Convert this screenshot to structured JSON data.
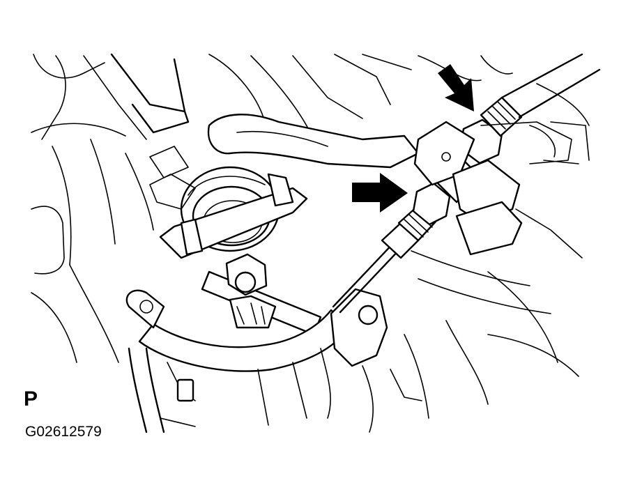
{
  "view_letter": "P",
  "figure_id": "G02612579",
  "colors": {
    "line": "#000000",
    "background": "#ffffff"
  },
  "callouts": [
    {
      "name": "upper-locknut-arrow",
      "icon": "arrow-icon"
    },
    {
      "name": "lower-locknut-arrow",
      "icon": "arrow-icon"
    }
  ]
}
